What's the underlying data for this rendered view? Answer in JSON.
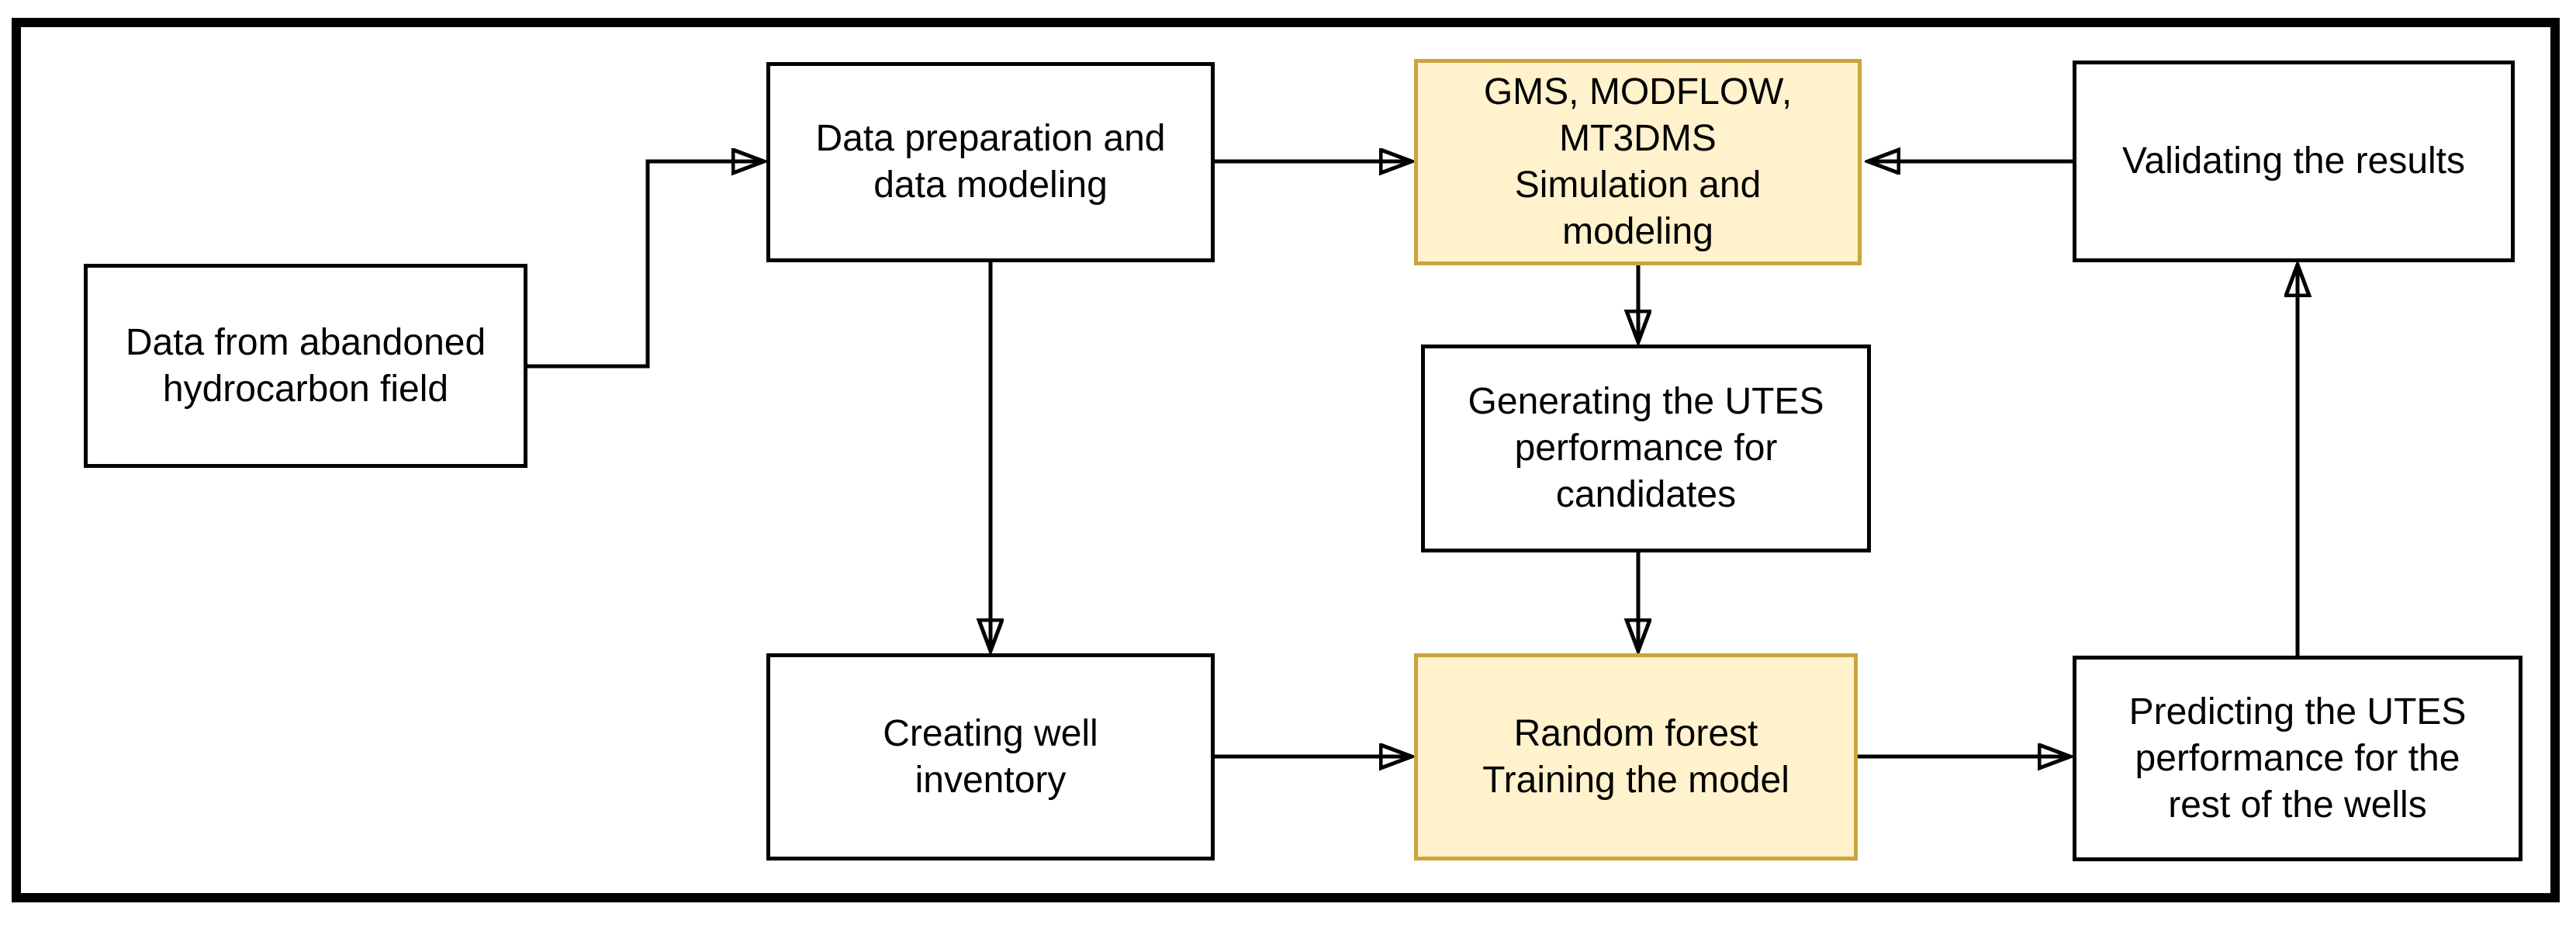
{
  "diagram": {
    "title": "UTES workflow flowchart",
    "type": "flowchart",
    "colors": {
      "background": "#FFFFFF",
      "outer_border": "#000000",
      "box_border": "#000000",
      "box_fill": "#FFFFFF",
      "highlight_fill": "#FFF2CC",
      "highlight_border": "#CBA43D",
      "arrow": "#000000",
      "text": "#000000"
    },
    "boxes": [
      {
        "id": "data-source",
        "label": "Data from abandoned\nhydrocarbon field",
        "fill": "#FFFFFF",
        "border": "#000000"
      },
      {
        "id": "data-preparation",
        "label": "Data preparation and\ndata modeling",
        "fill": "#FFFFFF",
        "border": "#000000"
      },
      {
        "id": "gms-simulation",
        "label": "GMS, MODFLOW,\nMT3DMS\nSimulation and\nmodeling",
        "fill": "#FFF2CC",
        "border": "#CBA43D"
      },
      {
        "id": "validating",
        "label": "Validating the results",
        "fill": "#FFFFFF",
        "border": "#000000"
      },
      {
        "id": "generating-utes",
        "label": "Generating the UTES\nperformance for\ncandidates",
        "fill": "#FFFFFF",
        "border": "#000000"
      },
      {
        "id": "well-inventory",
        "label": "Creating well\ninventory",
        "fill": "#FFFFFF",
        "border": "#000000"
      },
      {
        "id": "random-forest",
        "label": "Random forest\nTraining the model",
        "fill": "#FFF2CC",
        "border": "#CBA43D"
      },
      {
        "id": "predicting-utes",
        "label": "Predicting the UTES\nperformance for the\nrest of the wells",
        "fill": "#FFFFFF",
        "border": "#000000"
      }
    ],
    "connections": [
      {
        "from": "data-source",
        "to": "data-preparation"
      },
      {
        "from": "data-preparation",
        "to": "gms-simulation"
      },
      {
        "from": "validating",
        "to": "gms-simulation"
      },
      {
        "from": "gms-simulation",
        "to": "generating-utes"
      },
      {
        "from": "generating-utes",
        "to": "random-forest"
      },
      {
        "from": "data-preparation",
        "to": "well-inventory"
      },
      {
        "from": "well-inventory",
        "to": "random-forest"
      },
      {
        "from": "random-forest",
        "to": "predicting-utes"
      },
      {
        "from": "predicting-utes",
        "to": "validating"
      }
    ]
  }
}
